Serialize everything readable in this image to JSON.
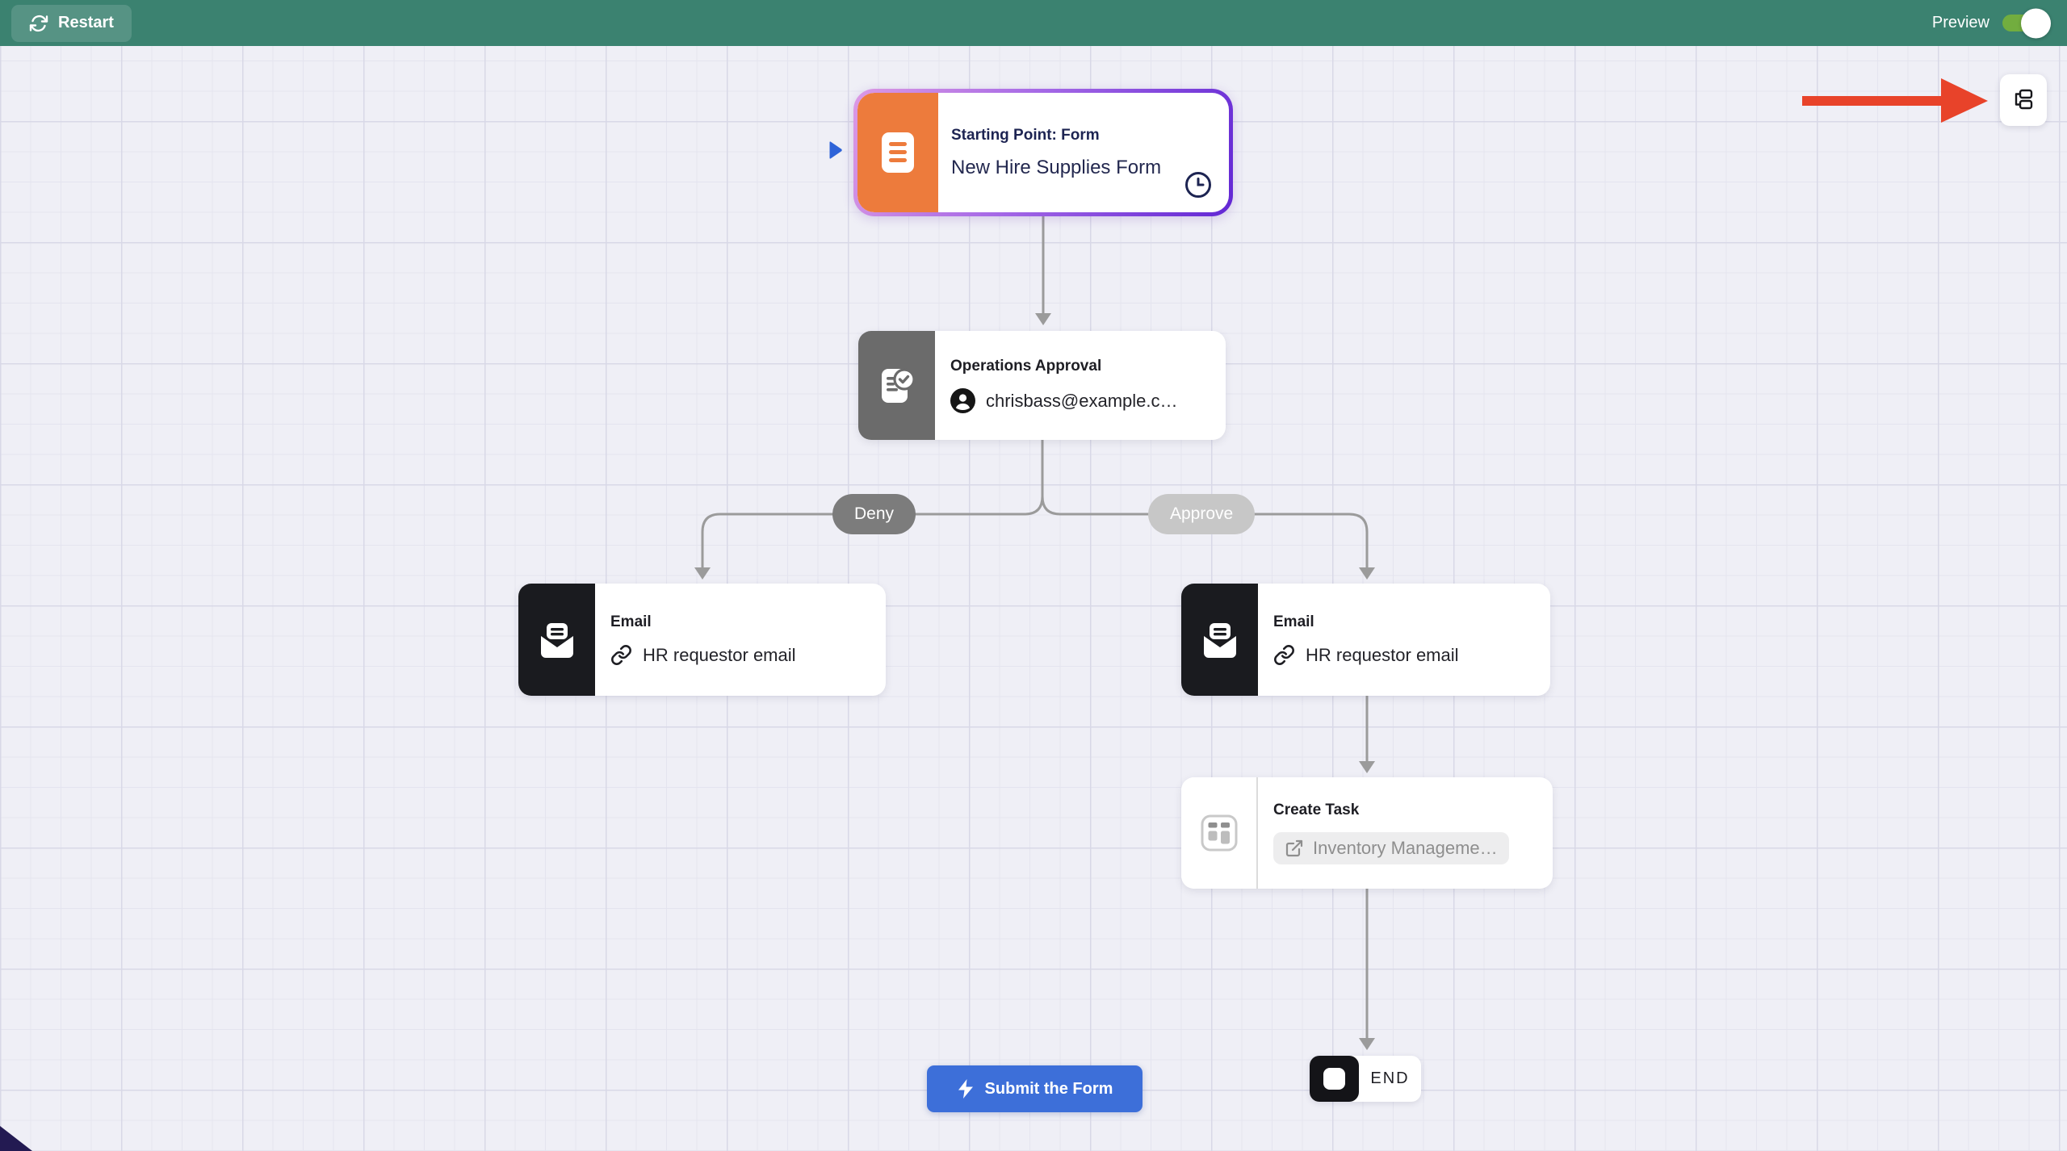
{
  "topbar": {
    "restart_label": "Restart",
    "preview_label": "Preview",
    "preview_toggle_on": true,
    "background_color": "#3b8270",
    "toggle_color": "#72ad3f"
  },
  "workflow": {
    "start": {
      "title": "Starting Point: Form",
      "subtitle": "New Hire Supplies Form",
      "accent_color": "#ed7b3c",
      "border_gradient": [
        "#dc99e4",
        "#6227d4"
      ]
    },
    "approval": {
      "title": "Operations Approval",
      "assignee_email": "chrisbass@example.c…",
      "accent_color": "#6b6b6b"
    },
    "branch_labels": {
      "deny": "Deny",
      "approve": "Approve",
      "deny_color": "#7c7c7c",
      "approve_color": "#c7c7c7"
    },
    "email_deny": {
      "title": "Email",
      "recipient": "HR requestor email",
      "accent_color": "#1a1b1f"
    },
    "email_approve": {
      "title": "Email",
      "recipient": "HR requestor email",
      "accent_color": "#1a1b1f"
    },
    "create_task": {
      "title": "Create Task",
      "target": "Inventory Manageme…"
    },
    "end": {
      "label": "END"
    },
    "connector_color": "#9b9b9b"
  },
  "actions": {
    "submit_label": "Submit the Form",
    "submit_color": "#3d6fd9"
  },
  "annotations": {
    "arrow_color": "#e8432a"
  },
  "icons": {
    "restart": "⟳",
    "form-document": "▤",
    "clock": "🕐",
    "approval-document": "✓",
    "avatar": "👤",
    "email": "✉",
    "link": "🔗",
    "external-link": "↗",
    "task-board": "▦",
    "lightning-bolt": "⚡",
    "end-stop": "■",
    "play": "▶",
    "workflow-map": "≡"
  }
}
